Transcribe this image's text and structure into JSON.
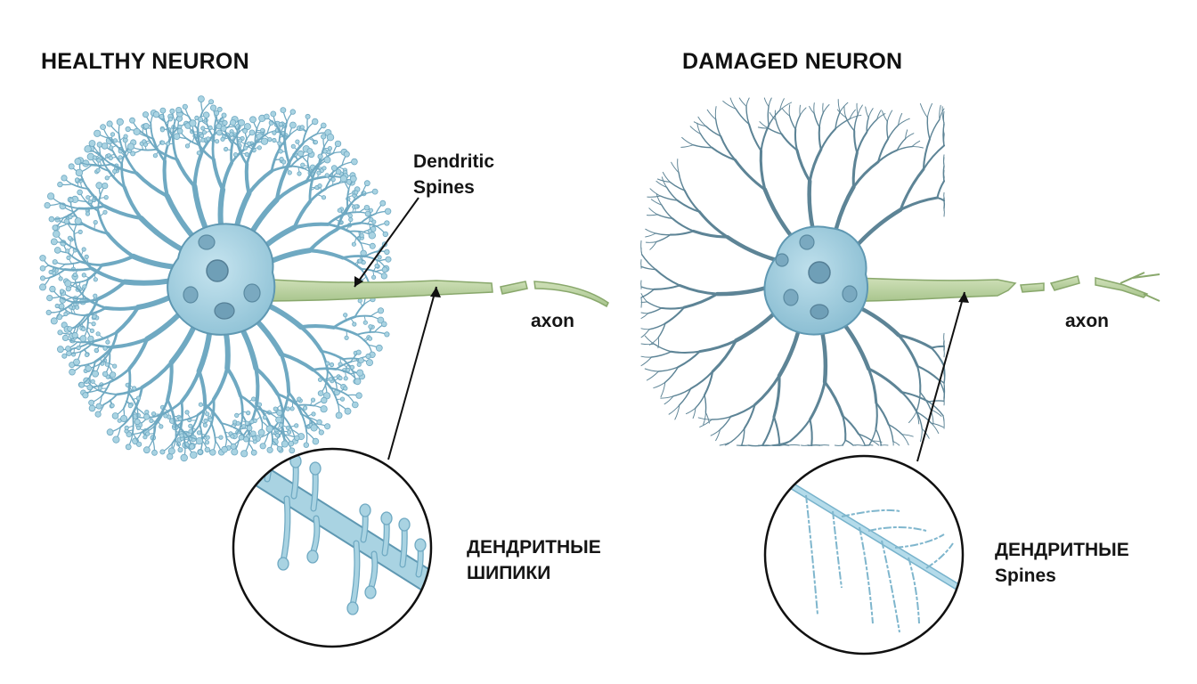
{
  "colors": {
    "healthy_cell": "#a9d3e2",
    "healthy_stroke": "#6fa9c2",
    "damaged_cell": "#9fcde0",
    "damaged_dendrite": "#5d8496",
    "axon_fill": "#b7cf9d",
    "axon_stroke": "#89a86c",
    "nucleus": "#79a9c0",
    "pointer": "#111111"
  },
  "healthy": {
    "title": "HEALTHY NEURON",
    "callout_label_line1": "Dendritic",
    "callout_label_line2": "Spines",
    "axon_label": "axon",
    "zoom_label_line1": "ДЕНДРИТНЫЕ",
    "zoom_label_line2": "ШИПИКИ"
  },
  "damaged": {
    "title": "DAMAGED NEURON",
    "axon_label": "axon",
    "zoom_label_line1": "ДЕНДРИТНЫЕ",
    "zoom_label_line2": "Spines"
  }
}
